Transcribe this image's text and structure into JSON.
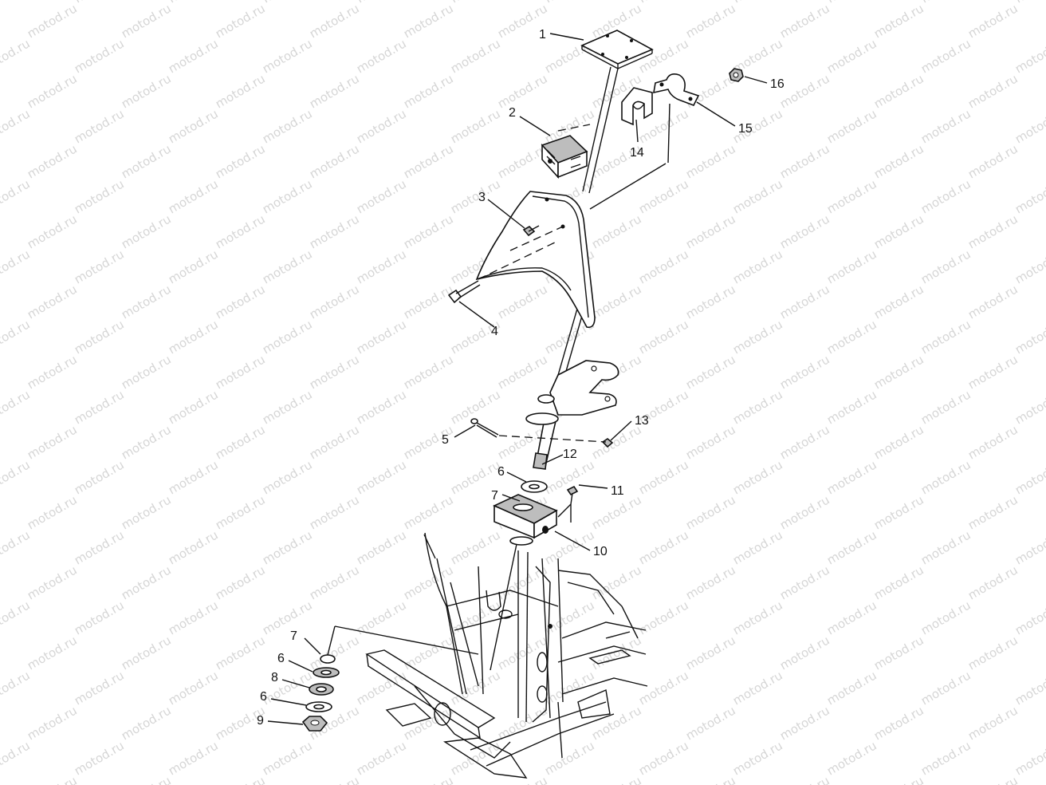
{
  "watermark": "motod.ru",
  "callouts": [
    {
      "id": "1",
      "text": "1"
    },
    {
      "id": "2",
      "text": "2"
    },
    {
      "id": "3",
      "text": "3"
    },
    {
      "id": "4",
      "text": "4"
    },
    {
      "id": "5",
      "text": "5"
    },
    {
      "id": "6a",
      "text": "6"
    },
    {
      "id": "7a",
      "text": "7"
    },
    {
      "id": "12",
      "text": "12"
    },
    {
      "id": "11",
      "text": "11"
    },
    {
      "id": "13",
      "text": "13"
    },
    {
      "id": "10",
      "text": "10"
    },
    {
      "id": "14",
      "text": "14"
    },
    {
      "id": "15",
      "text": "15"
    },
    {
      "id": "16",
      "text": "16"
    },
    {
      "id": "7b",
      "text": "7"
    },
    {
      "id": "6b",
      "text": "6"
    },
    {
      "id": "8",
      "text": "8"
    },
    {
      "id": "6c",
      "text": "6"
    },
    {
      "id": "9",
      "text": "9"
    }
  ]
}
